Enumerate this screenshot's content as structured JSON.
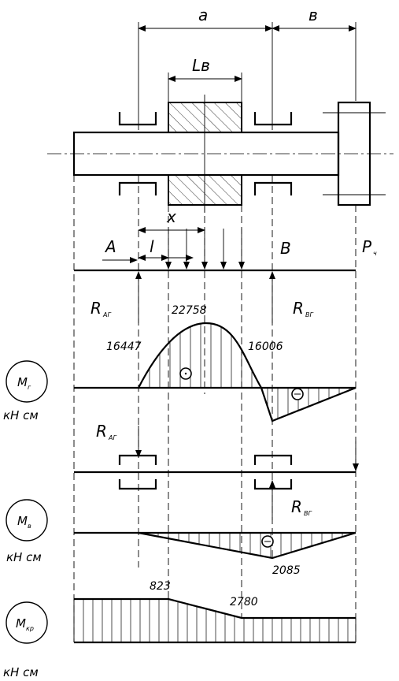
{
  "dimensions": {
    "a": "а",
    "b": "в",
    "lb": "Lв",
    "x": "x",
    "l": "l"
  },
  "points": {
    "A": "A",
    "B": "B",
    "P": "P",
    "P_sub": "ч"
  },
  "reactions": {
    "R": "R",
    "RA_sub": "АГ",
    "RB_sub": "ВГ"
  },
  "moment_horizontal": {
    "label": "M",
    "label_sub": "г",
    "units": "кН см",
    "values": [
      "16447",
      "22758",
      "16006"
    ]
  },
  "moment_vertical": {
    "label": "M",
    "label_sub": "в",
    "units": "кН см",
    "values": [
      "2085"
    ]
  },
  "torque": {
    "label": "M",
    "label_sub": "кр",
    "units": "кН см",
    "values": [
      "823",
      "2780"
    ]
  }
}
